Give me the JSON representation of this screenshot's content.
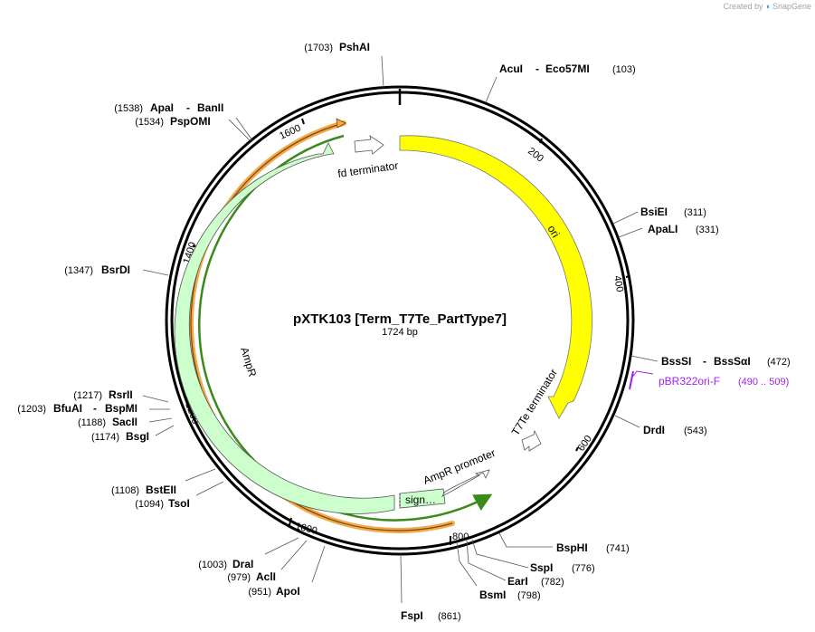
{
  "credit": {
    "text": "Created by",
    "logo": "SnapGene"
  },
  "plasmid": {
    "name": "pXTK103 [Term_T7Te_PartType7]",
    "length_label": "1724 bp",
    "length": 1724
  },
  "ticks": [
    "200",
    "400",
    "600",
    "800",
    "1000",
    "1200",
    "1400",
    "1600"
  ],
  "sites": [
    {
      "name": "PshAI",
      "pos": "(1703)"
    },
    {
      "name": "AcuI",
      "name2": "Eco57MI",
      "pos": "(103)"
    },
    {
      "name": "BsiEI",
      "pos": "(311)"
    },
    {
      "name": "ApaLI",
      "pos": "(331)"
    },
    {
      "name": "BssSI",
      "name2": "BssSαI",
      "pos": "(472)"
    },
    {
      "name": "DrdI",
      "pos": "(543)"
    },
    {
      "name": "BspHI",
      "pos": "(741)"
    },
    {
      "name": "SspI",
      "pos": "(776)"
    },
    {
      "name": "EarI",
      "pos": "(782)"
    },
    {
      "name": "BsmI",
      "pos": "(798)"
    },
    {
      "name": "FspI",
      "pos": "(861)"
    },
    {
      "name": "ApoI",
      "pos": "(951)"
    },
    {
      "name": "AclI",
      "pos": "(979)"
    },
    {
      "name": "DraI",
      "pos": "(1003)"
    },
    {
      "name": "TsoI",
      "pos": "(1094)"
    },
    {
      "name": "BstEII",
      "pos": "(1108)"
    },
    {
      "name": "BsgI",
      "pos": "(1174)"
    },
    {
      "name": "SacII",
      "pos": "(1188)"
    },
    {
      "name": "BfuAI",
      "name2": "BspMI",
      "pos": "(1203)"
    },
    {
      "name": "RsrII",
      "pos": "(1217)"
    },
    {
      "name": "BsrDI",
      "pos": "(1347)"
    },
    {
      "name": "PspOMI",
      "pos": "(1534)"
    },
    {
      "name": "ApaI",
      "name2": "BanII",
      "pos": "(1538)"
    }
  ],
  "primer": {
    "name": "pBR322ori-F",
    "range": "(490 .. 509)",
    "color": "#a020f0"
  },
  "features": [
    {
      "name": "ori",
      "color": "#ffff00"
    },
    {
      "name": "T7Te terminator",
      "color": "#ffffff"
    },
    {
      "name": "AmpR promoter",
      "color": "#ffffff"
    },
    {
      "name": "sign…",
      "color": "#ccffcc"
    },
    {
      "name": "AmpR",
      "color": "#ccffcc"
    },
    {
      "name": "fd terminator",
      "color": "#ffffff"
    }
  ],
  "colors": {
    "orf_outer": "#f3a94b",
    "orf_inner": "#3b8a1c",
    "ring": "#000000"
  }
}
